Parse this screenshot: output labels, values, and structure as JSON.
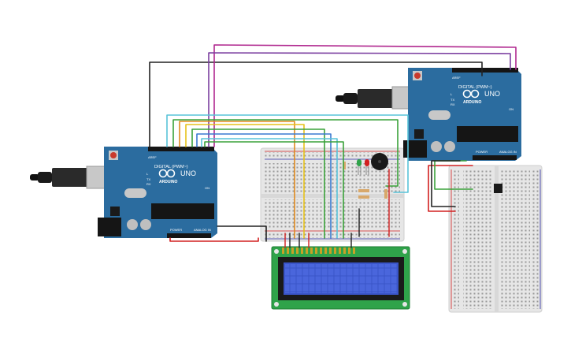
{
  "colors": {
    "board": "#2b6c9f",
    "board_dark": "#1f5580",
    "lcd_pcb": "#2fa34a",
    "lcd_screen": "#3a55c8",
    "breadboard": "#e6e6e6",
    "wire_black": "#222222",
    "wire_magenta": "#b0288f",
    "wire_purple": "#7b3fa0",
    "wire_red": "#d22020",
    "wire_green": "#3aa23a",
    "wire_yellow": "#e6c21a",
    "wire_orange": "#e08a1e",
    "wire_cyan": "#59c3d9",
    "wire_blue": "#3a7ad0"
  },
  "arduino_left": {
    "brand": "ARDUINO",
    "model": "UNO",
    "digital_label": "DIGITAL (PWM~)",
    "power_label": "POWER",
    "analog_label": "ANALOG IN",
    "tx_label": "TX",
    "rx_label": "RX",
    "l_label": "L",
    "on_label": "ON",
    "aref_label": "AREF"
  },
  "arduino_right": {
    "brand": "ARDUINO",
    "model": "UNO",
    "digital_label": "DIGITAL (PWM~)",
    "power_label": "POWER",
    "analog_label": "ANALOG IN",
    "tx_label": "TX",
    "rx_label": "RX",
    "l_label": "L",
    "on_label": "ON",
    "aref_label": "AREF"
  },
  "icons": {
    "usb_left": "usb-cable-icon",
    "usb_right": "usb-cable-icon",
    "buzzer": "piezo-buzzer-icon",
    "sensor": "temperature-sensor-icon"
  }
}
